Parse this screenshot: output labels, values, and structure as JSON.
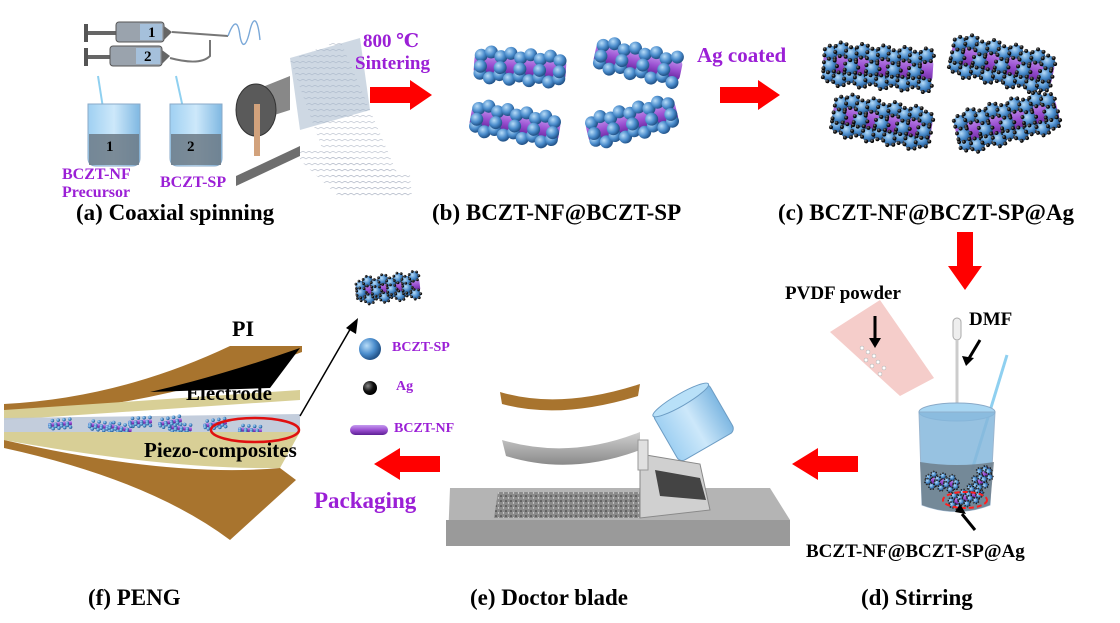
{
  "figure": {
    "colors": {
      "arrow": "#ff0000",
      "label_purple": "#9b1fd6",
      "particle_blue": "#4a8ccc",
      "fiber_purple": "#9a4fd0",
      "pi_film": "#a8742e",
      "electrode": "#d8cf96",
      "ag_black": "#111111",
      "beaker_blue": "#8fc8ec"
    },
    "panels": {
      "a": {
        "caption": "(a) Coaxial spinning",
        "syringe_1": "1",
        "syringe_2": "2",
        "beaker_1_number": "1",
        "beaker_2_number": "2",
        "beaker_1_label_line1": "BCZT-NF",
        "beaker_1_label_line2": "Precursor",
        "beaker_2_label": "BCZT-SP"
      },
      "b": {
        "caption": "(b) BCZT-NF@BCZT-SP",
        "step_label_line1": "800 ℃",
        "step_label_line2": "Sintering"
      },
      "c": {
        "caption": "(c) BCZT-NF@BCZT-SP@Ag",
        "step_label": "Ag coated"
      },
      "d": {
        "caption": "(d) Stirring",
        "pvdf_label": "PVDF powder",
        "dmf_label": "DMF",
        "particle_label": "BCZT-NF@BCZT-SP@Ag"
      },
      "e": {
        "caption": "(e) Doctor blade"
      },
      "f": {
        "caption": "(f) PENG",
        "pi_label": "PI",
        "electrode_label": "Electrode",
        "composite_label": "Piezo-composites",
        "step_label": "Packaging",
        "legend": [
          {
            "icon": "sphere-blue",
            "label": "BCZT-SP"
          },
          {
            "icon": "sphere-black",
            "label": "Ag"
          },
          {
            "icon": "rod-purple",
            "label": "BCZT-NF"
          }
        ]
      }
    }
  }
}
